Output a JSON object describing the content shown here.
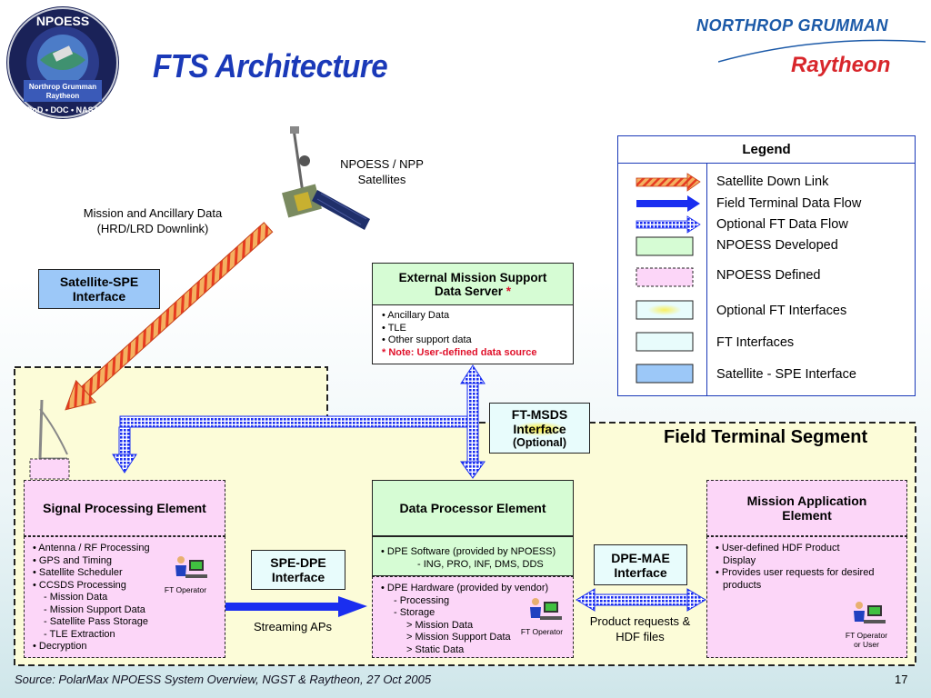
{
  "title": "FTS Architecture",
  "logos": {
    "seal_top": "NPOESS",
    "seal_middle_1": "Northrop Grumman",
    "seal_middle_2": "Raytheon",
    "seal_bottom": "DoD • DOC • NASA",
    "northrop": "NORTHROP GRUMMAN",
    "raytheon": "Raytheon"
  },
  "satellites_label": [
    "NPOESS / NPP",
    "Satellites"
  ],
  "mission_data_label": [
    "Mission and Ancillary Data",
    "(HRD/LRD Downlink)"
  ],
  "satellite_spe": [
    "Satellite-SPE",
    "Interface"
  ],
  "external_server": {
    "title_1": "External Mission Support",
    "title_2": "Data Server",
    "asterisk": "*",
    "items": [
      "• Ancillary Data",
      "• TLE",
      "• Other support data"
    ],
    "note": "*  Note:  User-defined data source"
  },
  "ft_msds": [
    "FT-MSDS",
    "Interface",
    "(Optional)"
  ],
  "field_terminal_segment": "Field Terminal Segment",
  "spe": {
    "title": "Signal Processing Element",
    "items": [
      "• Antenna / RF Processing",
      "• GPS and Timing",
      "• Satellite Scheduler",
      "• CCSDS Processing",
      "- Mission Data",
      "- Mission Support Data",
      "- Satellite Pass Storage",
      "- TLE Extraction",
      "• Decryption"
    ],
    "operator": "FT Operator"
  },
  "spe_dpe": [
    "SPE-DPE",
    "Interface"
  ],
  "streaming": "Streaming APs",
  "dpe": {
    "title": "Data Processor Element",
    "software_1": "• DPE Software (provided by NPOESS)",
    "software_2": "- ING, PRO, INF, DMS, DDS",
    "hardware": [
      "• DPE Hardware (provided by vendor)",
      "- Processing",
      "- Storage",
      "> Mission Data",
      "> Mission Support Data",
      "> Static Data"
    ],
    "operator": "FT Operator"
  },
  "dpe_mae": [
    "DPE-MAE",
    "Interface"
  ],
  "product_requests": [
    "Product requests &",
    "HDF files"
  ],
  "mae": {
    "title_1": "Mission Application",
    "title_2": "Element",
    "items": [
      "• User-defined HDF Product",
      "Display",
      "• Provides user requests for desired",
      "products"
    ],
    "operator_1": "FT Operator",
    "operator_2": "or User"
  },
  "legend": {
    "title": "Legend",
    "rows": [
      "Satellite Down Link",
      "Field Terminal Data Flow",
      "Optional FT Data Flow",
      "NPOESS Developed",
      "NPOESS Defined",
      "Optional FT Interfaces",
      "FT Interfaces",
      "Satellite - SPE Interface"
    ]
  },
  "source": "Source:  PolarMax NPOESS System Overview, NGST & Raytheon, 27 Oct 2005",
  "page_number": "17",
  "colors": {
    "title_blue": "#1a39b8",
    "pink": "#fcd6f8",
    "green": "#d6fcd4",
    "cyan": "#e8fcfc",
    "interface_blue": "#9cc8f8",
    "segment_yellow": "#fcfcd8",
    "flow_blue": "#1a2ef0",
    "downlink_orange": "#f08a30"
  }
}
